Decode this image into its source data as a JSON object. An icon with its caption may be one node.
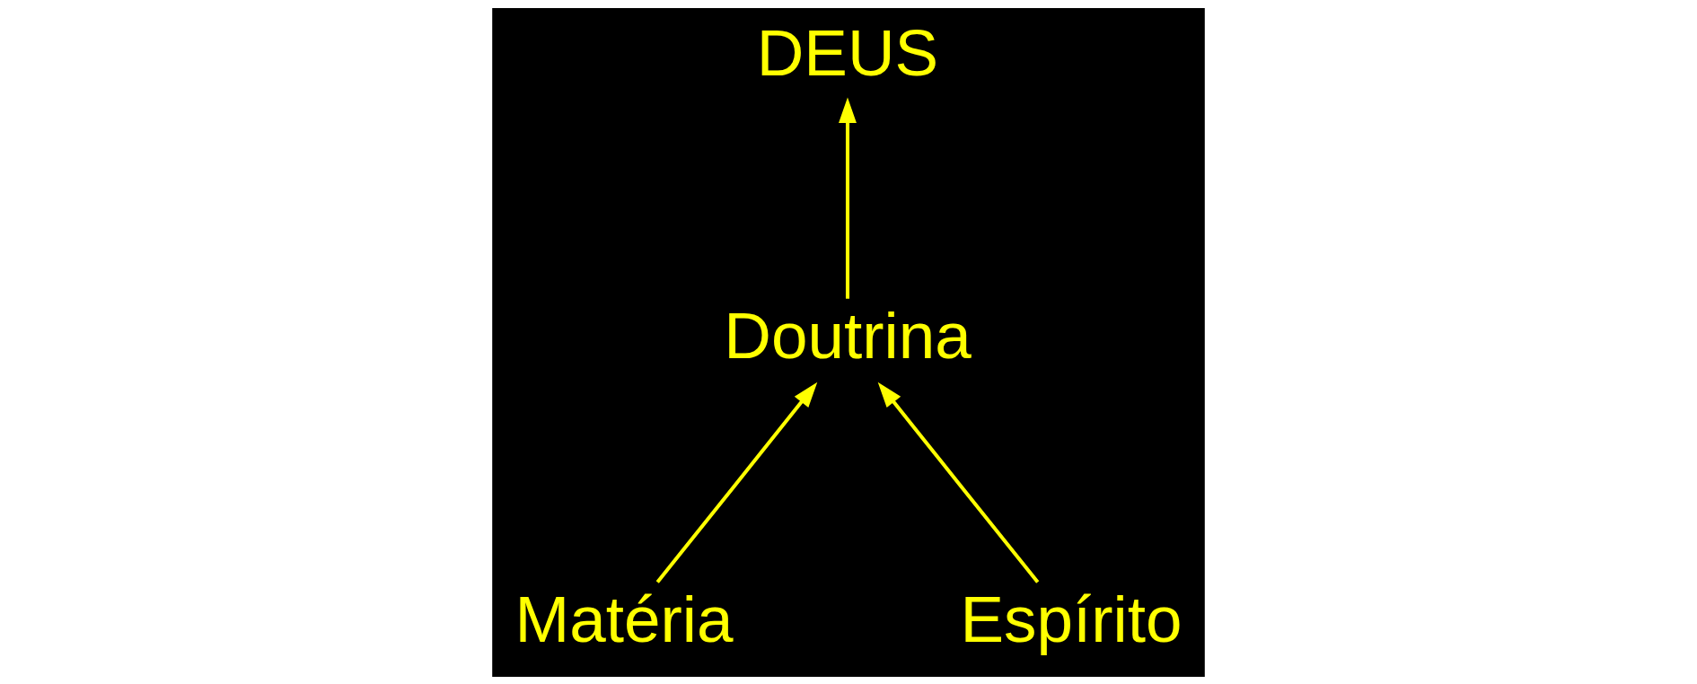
{
  "diagram": {
    "nodes": [
      {
        "text": [
          "DEUS"
        ]
      },
      {
        "text": [
          "Matéria"
        ]
      },
      {
        "text": [
          "Doutrina"
        ]
      },
      {
        "text": [
          "Espírito"
        ]
      }
    ],
    "edges": [
      {
        "from": 1,
        "to": 2,
        "arrow": "to"
      },
      {
        "from": 3,
        "to": 2,
        "arrow": "to"
      },
      {
        "from": 2,
        "to": 0,
        "arrow": "to"
      }
    ]
  }
}
